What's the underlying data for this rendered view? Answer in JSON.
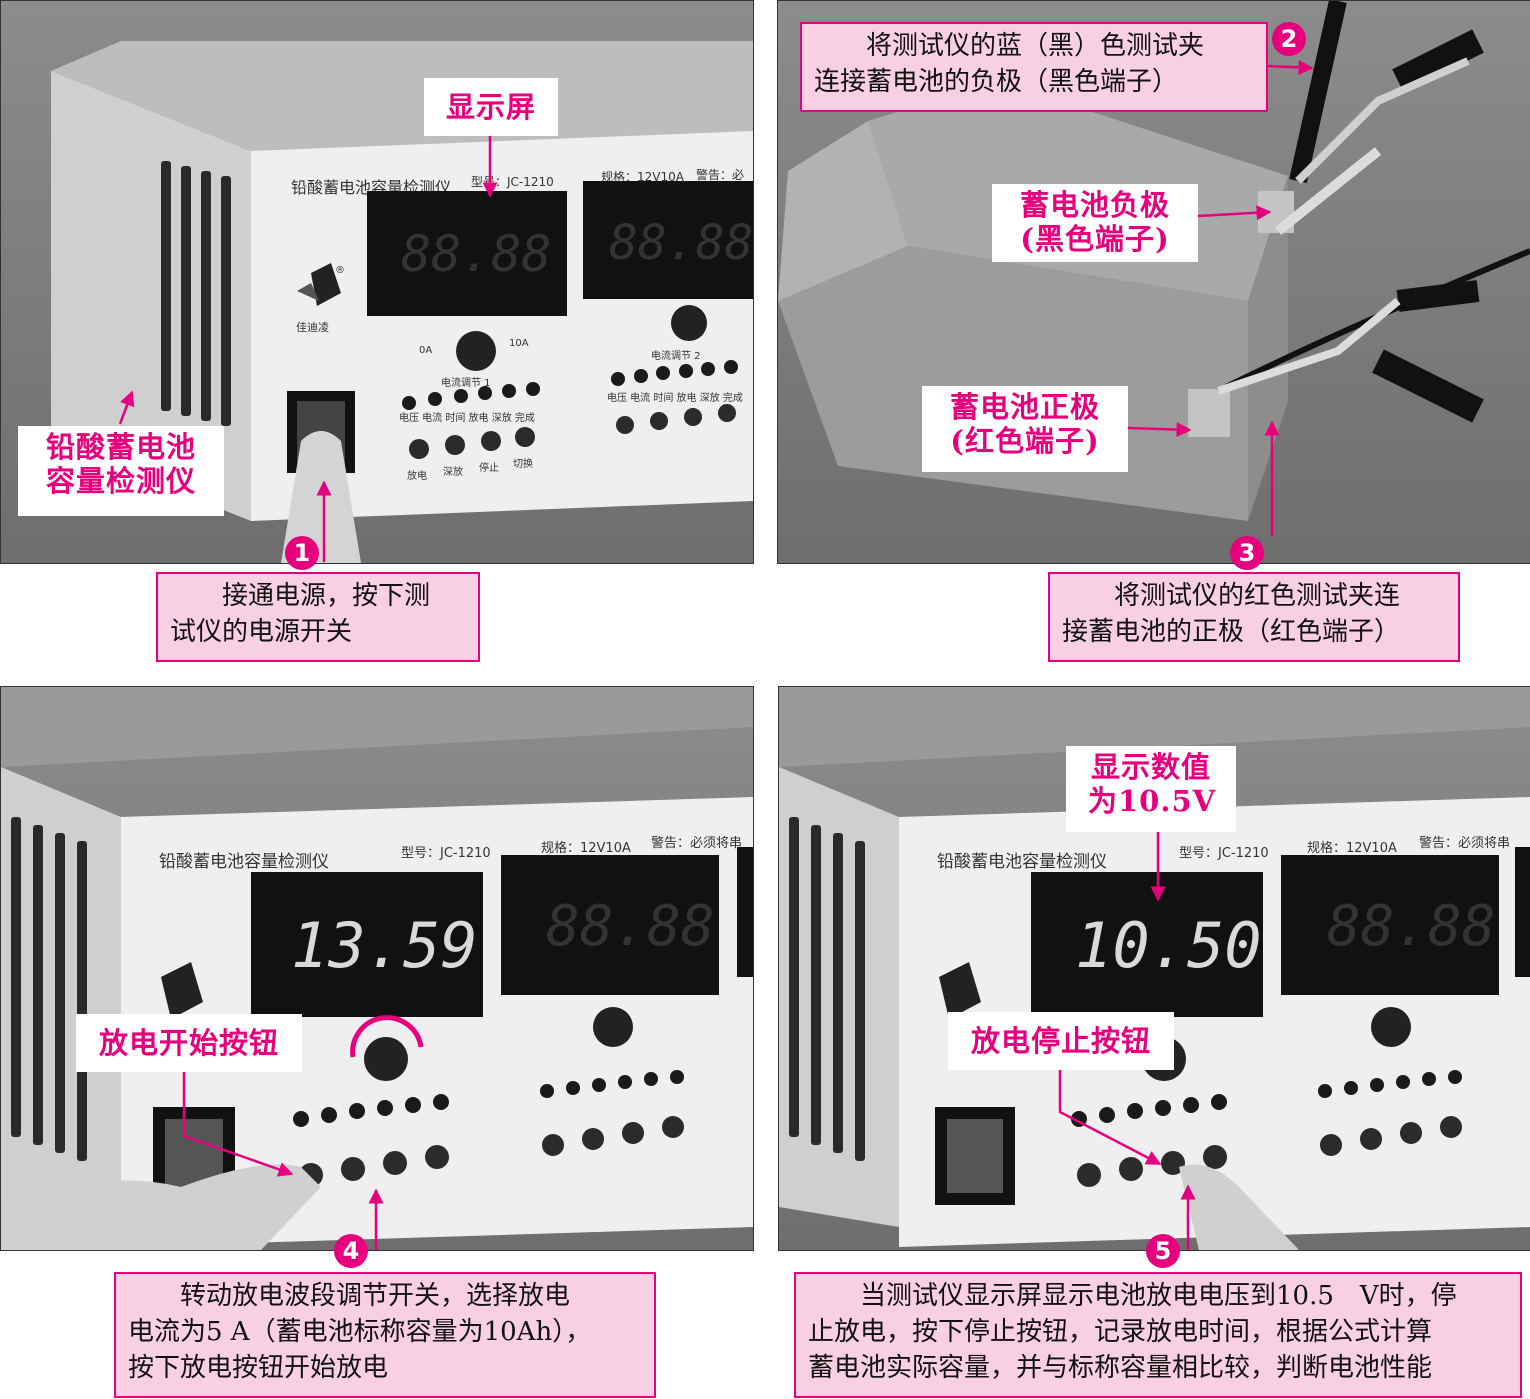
{
  "panel1": {
    "device_title": "铅酸蓄电池容量检测仪",
    "device_model": "型号：JC-1210",
    "device_spec": "规格：12V10A",
    "device_warning": "警告：必",
    "display_value": "88.88",
    "display_value2": "88.88",
    "brand": "佳迪凌",
    "knob_left": "0A",
    "knob_right": "10A",
    "knob_label": "电流调节 1",
    "knob_label2": "电流调节 2",
    "indicator_labels": "电压 电流 时间 放电 深放 完成",
    "button_labels": [
      "放电",
      "深放",
      "停止",
      "切换"
    ],
    "label_display": "显示屏",
    "label_device": "铅酸蓄电池容量检测仪",
    "step": "1",
    "callout_line1": "接通电源，按下测",
    "callout_line2": "试仪的电源开关"
  },
  "panel2": {
    "label_negative_line1": "蓄电池负极",
    "label_negative_line2": "(黑色端子)",
    "label_positive_line1": "蓄电池正极",
    "label_positive_line2": "(红色端子)",
    "step2": "2",
    "callout2_line1": "将测试仪的蓝（黑）色测试夹",
    "callout2_line2": "连接蓄电池的负极（黑色端子）",
    "step3": "3",
    "callout3_line1": "将测试仪的红色测试夹连",
    "callout3_line2": "接蓄电池的正极（红色端子）"
  },
  "panel3": {
    "device_title": "铅酸蓄电池容量检测仪",
    "device_model": "型号：JC-1210",
    "device_spec": "规格：12V10A",
    "device_warning": "警告：必须将串",
    "display_value": "13.59",
    "display_value2": "88.88",
    "label_button": "放电开始按钮",
    "step": "4",
    "callout_line1": "转动放电波段调节开关，选择放电",
    "callout_line2": "电流为5 A（蓄电池标称容量为10Ah），",
    "callout_line3": "按下放电按钮开始放电"
  },
  "panel4": {
    "device_title": "铅酸蓄电池容量检测仪",
    "device_model": "型号：JC-1210",
    "device_spec": "规格：12V10A",
    "device_warning": "警告：必须将串",
    "display_value": "10.50",
    "display_value2": "88.88",
    "label_value_line1": "显示数值",
    "label_value_line2": "为10.5V",
    "label_button": "放电停止按钮",
    "step": "5",
    "callout_line1": "当测试仪显示屏显示电池放电电压到10.5　V时，停",
    "callout_line2": "止放电，按下停止按钮，记录放电时间，根据公式计算",
    "callout_line3": "蓄电池实际容量，并与标称容量相比较，判断电池性能"
  },
  "colors": {
    "accent": "#e6007e",
    "callout_bg": "#f9cfe3"
  }
}
